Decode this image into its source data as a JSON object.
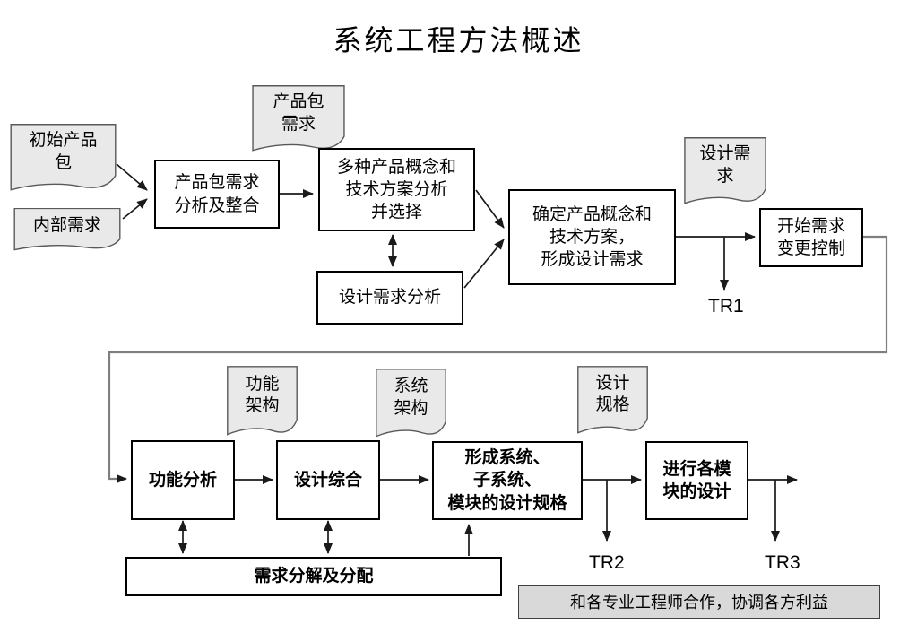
{
  "title": "系统工程方法概述",
  "documents": {
    "initial_product_package": "初始产品\n包",
    "internal_requirements": "内部需求",
    "product_package_requirements": "产品包\n需求",
    "design_requirements": "设计需\n求",
    "functional_architecture": "功能\n架构",
    "system_architecture": "系统\n架构",
    "design_specification": "设计\n规格"
  },
  "processes": {
    "package_req_analysis": "产品包需求\n分析及整合",
    "concept_analysis": "多种产品概念和\n技术方案分析\n并选择",
    "design_req_analysis": "设计需求分析",
    "confirm_concept": "确定产品概念和\n技术方案，\n形成设计需求",
    "change_control": "开始需求\n变更控制",
    "functional_analysis": "功能分析",
    "design_synthesis": "设计综合",
    "form_spec": "形成系统、\n子系统、\n模块的设计规格",
    "module_design": "进行各模\n块的设计",
    "req_decomposition": "需求分解及分配"
  },
  "milestones": {
    "tr1": "TR1",
    "tr2": "TR2",
    "tr3": "TR3"
  },
  "note": "和各专业工程师合作，协调各方利益",
  "colors": {
    "document_fill": "#e9e9e9",
    "document_border": "#595959",
    "process_fill": "#ffffff",
    "process_border": "#000000",
    "note_fill": "#d9d9d9",
    "connector": "#1a1a1a",
    "feedback_line": "#7f7f7f"
  }
}
